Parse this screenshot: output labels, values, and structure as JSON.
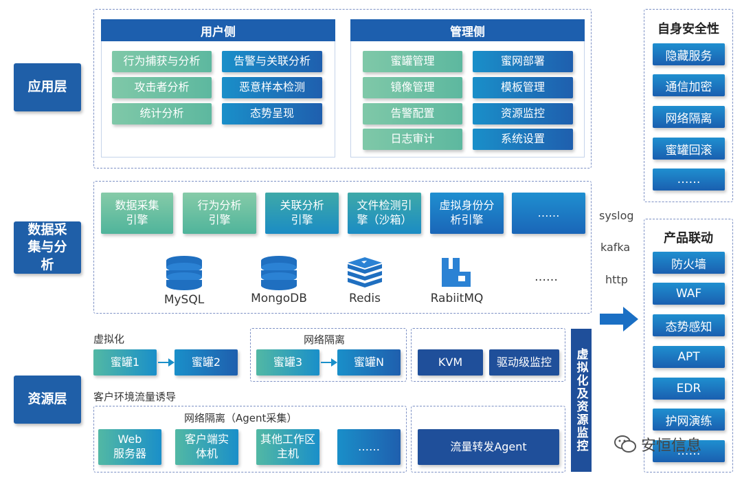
{
  "layers": {
    "app": "应用层",
    "data": "数据采集与分析",
    "resource": "资源层"
  },
  "user_side": {
    "title": "用户侧",
    "items": [
      "行为捕获与分析",
      "告警与关联分析",
      "攻击者分析",
      "恶意样本检测",
      "统计分析",
      "态势呈现"
    ]
  },
  "admin_side": {
    "title": "管理侧",
    "items": [
      "蜜罐管理",
      "蜜网部署",
      "镜像管理",
      "模板管理",
      "告警配置",
      "资源监控",
      "日志审计",
      "系统设置"
    ]
  },
  "engines": [
    "数据采集引擎",
    "行为分析引擎",
    "关联分析引擎",
    "文件检测引擎（沙箱）",
    "虚拟身份分析引擎",
    "……"
  ],
  "databases": [
    "MySQL",
    "MongoDB",
    "Redis",
    "RabiitMQ",
    "……"
  ],
  "protocols": [
    "syslog",
    "kafka",
    "http"
  ],
  "resource": {
    "virtualization_label": "虚拟化",
    "honeypot1": "蜜罐1",
    "honeypot2": "蜜罐2",
    "net_isolation_label": "网络隔离",
    "honeypot3": "蜜罐3",
    "honeypotN": "蜜罐N",
    "kvm": "KVM",
    "driver_monitor": "驱动级监控",
    "lure_label": "客户环境流量诱导",
    "agent_label": "网络隔离（Agent采集）",
    "web_server": "Web服务器",
    "client_host": "客户端实体机",
    "other_host": "其他工作区主机",
    "more": "……",
    "traffic_agent": "流量转发Agent",
    "vertical_monitor": "虚拟化及资源监控"
  },
  "self_security": {
    "title": "自身安全性",
    "items": [
      "隐藏服务",
      "通信加密",
      "网络隔离",
      "蜜罐回滚",
      "……"
    ]
  },
  "linkage": {
    "title": "产品联动",
    "items": [
      "防火墙",
      "WAF",
      "态势感知",
      "APT",
      "EDR",
      "护网演练",
      "……"
    ]
  },
  "watermark": "安恒信息"
}
